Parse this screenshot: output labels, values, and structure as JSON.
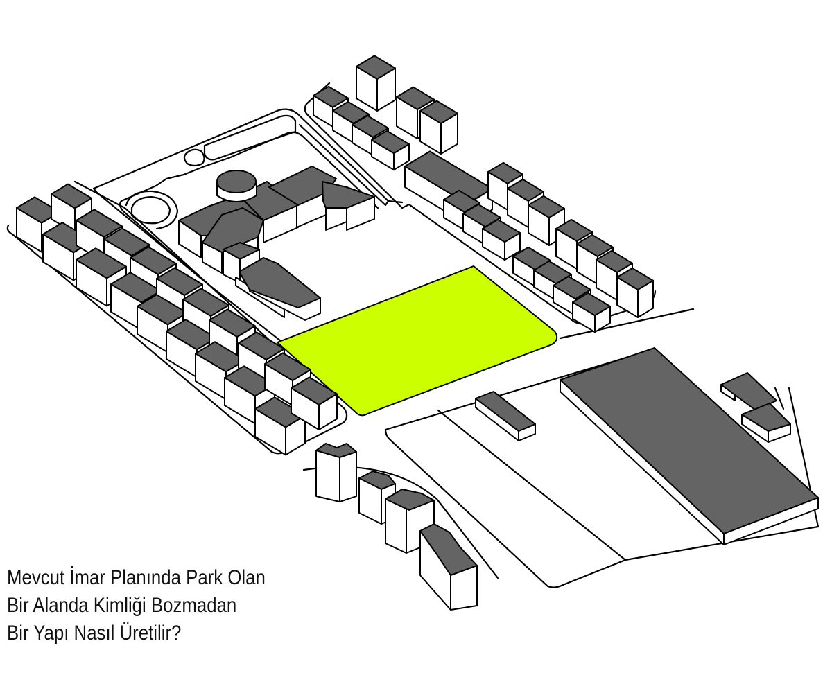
{
  "caption": {
    "line1": "Mevcut İmar Planında Park Olan",
    "line2": "Bir Alanda Kimliği Bozmadan",
    "line3": "Bir Yapı Nasıl Üretilir?"
  },
  "colors": {
    "roof": "#646464",
    "wall": "#ffffff",
    "line": "#000000",
    "park_highlight": "#ccff00",
    "background": "#ffffff"
  },
  "legend": {
    "park_area": "park-highlight"
  }
}
